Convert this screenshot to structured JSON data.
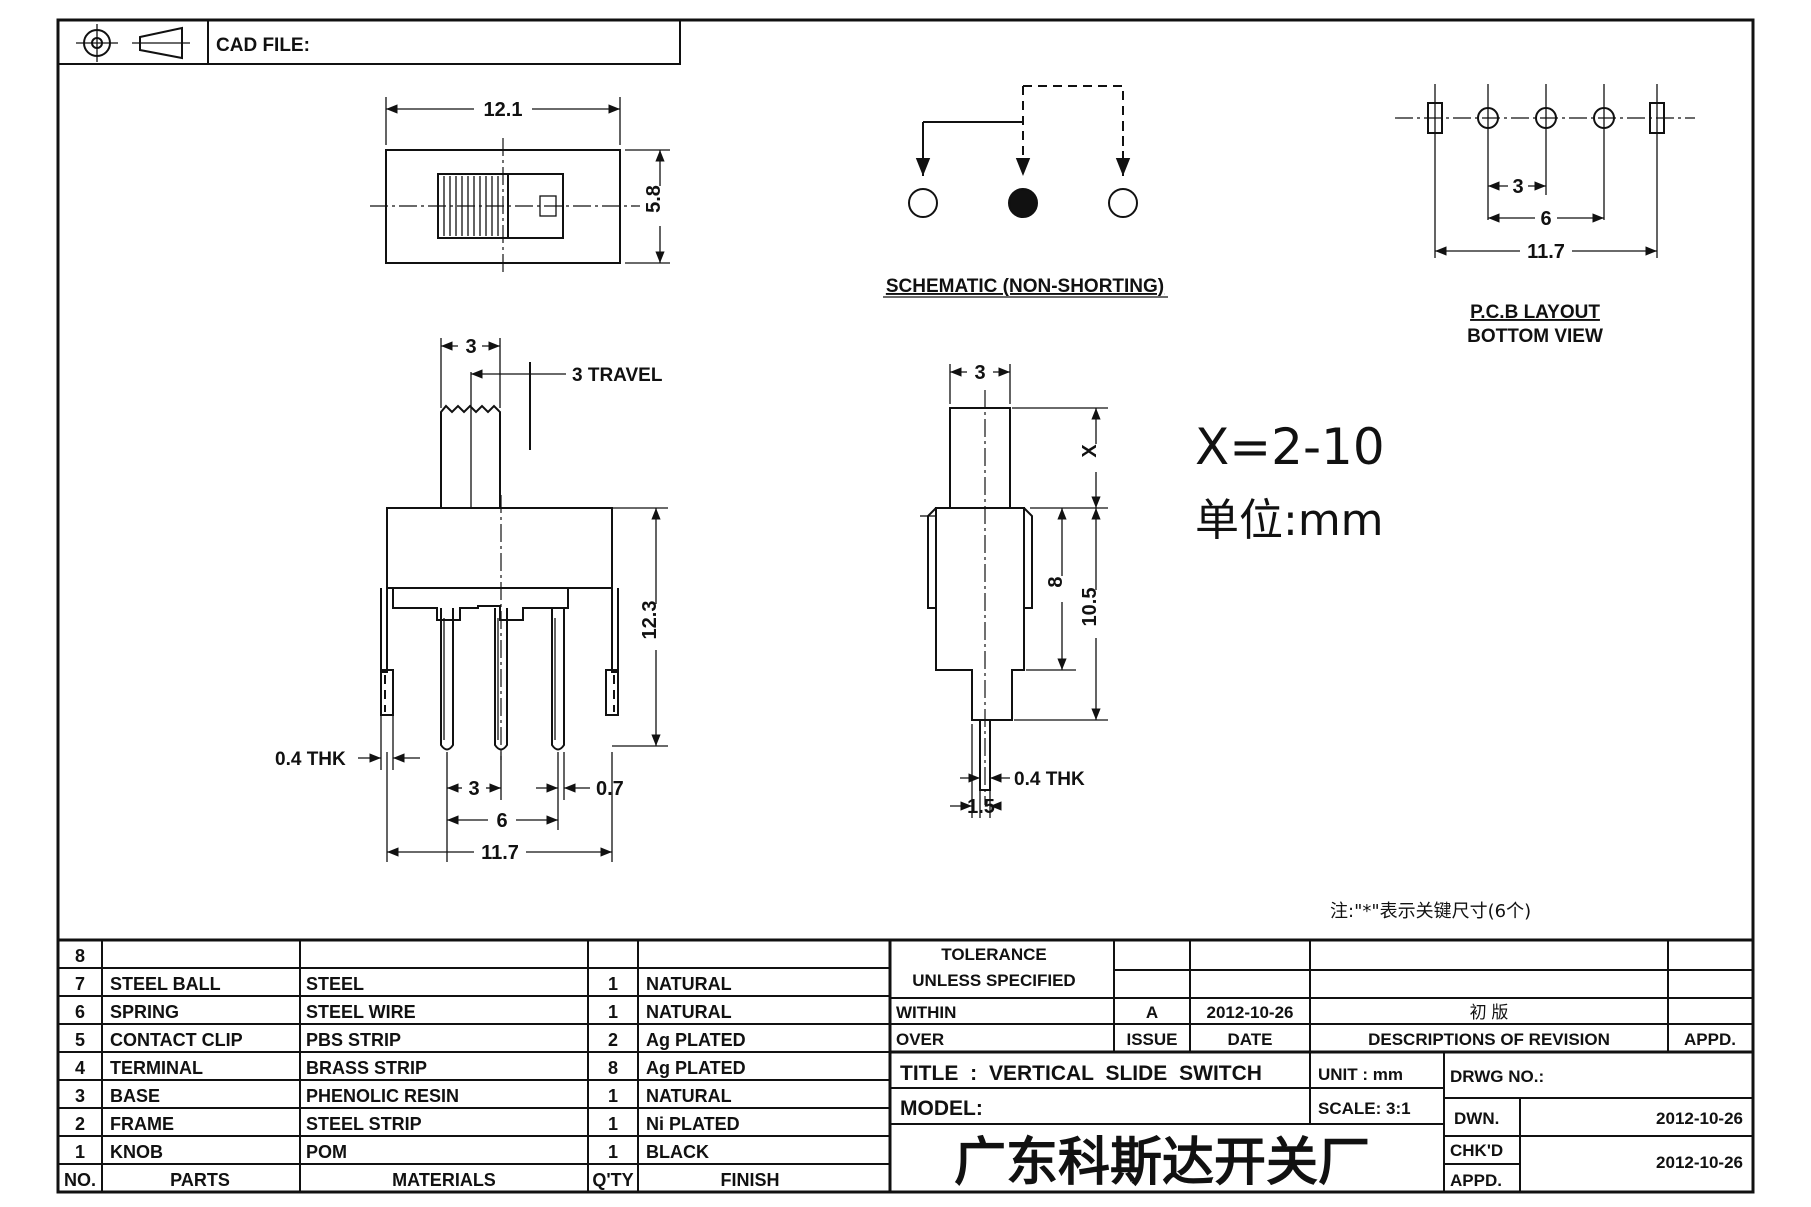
{
  "header": {
    "cad_file_label": "CAD FILE:"
  },
  "top_view": {
    "dim_width": "12.1",
    "dim_height": "5.8"
  },
  "schematic": {
    "title": "SCHEMATIC (NON-SHORTING)"
  },
  "pcb": {
    "dim_pitch": "3",
    "dim_outer_pitch": "6",
    "dim_total": "11.7",
    "title_line1": "P.C.B LAYOUT",
    "title_line2": "BOTTOM VIEW"
  },
  "front_view": {
    "dim_knob": "3",
    "travel_label": "3 TRAVEL",
    "dim_height": "12.3",
    "thk_label": "0.4 THK",
    "dim_pin_pitch": "3",
    "dim_pin_width": "0.7",
    "dim_outer_pitch": "6",
    "dim_total": "11.7"
  },
  "side_view": {
    "dim_knob": "3",
    "dim_x": "X",
    "dim_body": "8",
    "dim_total": "10.5",
    "thk_label": "0.4 THK",
    "dim_pin": "1.5"
  },
  "spec": {
    "knob_range": "X=2-10",
    "unit": "单位:mm"
  },
  "note": "注:\"*\"表示关键尺寸(6个)",
  "bom": {
    "rows": [
      {
        "no": "8",
        "part": "",
        "material": "",
        "qty": "",
        "finish": ""
      },
      {
        "no": "7",
        "part": "STEEL BALL",
        "material": "STEEL",
        "qty": "1",
        "finish": "NATURAL"
      },
      {
        "no": "6",
        "part": "SPRING",
        "material": "STEEL WIRE",
        "qty": "1",
        "finish": "NATURAL"
      },
      {
        "no": "5",
        "part": "CONTACT CLIP",
        "material": "PBS STRIP",
        "qty": "2",
        "finish": "Ag PLATED"
      },
      {
        "no": "4",
        "part": "TERMINAL",
        "material": "BRASS STRIP",
        "qty": "8",
        "finish": "Ag PLATED"
      },
      {
        "no": "3",
        "part": "BASE",
        "material": "PHENOLIC RESIN",
        "qty": "1",
        "finish": "NATURAL"
      },
      {
        "no": "2",
        "part": "FRAME",
        "material": "STEEL STRIP",
        "qty": "1",
        "finish": "Ni PLATED"
      },
      {
        "no": "1",
        "part": "KNOB",
        "material": "POM",
        "qty": "1",
        "finish": "BLACK"
      }
    ],
    "header": {
      "no": "NO.",
      "part": "PARTS",
      "material": "MATERIALS",
      "qty": "Q'TY",
      "finish": "FINISH"
    }
  },
  "title_block": {
    "tolerance": "TOLERANCE",
    "unless_specified": "UNLESS SPECIFIED",
    "within": "WITHIN",
    "over": "OVER",
    "rev_issue": "A",
    "rev_date": "2012-10-26",
    "rev_desc": "初 版",
    "issue_label": "ISSUE",
    "date_label": "DATE",
    "desc_label": "DESCRIPTIONS OF REVISION",
    "appd_label": "APPD.",
    "title_text": "TITLE : VERTICAL SLIDE SWITCH",
    "unit_text": "UNIT : mm",
    "drwg_no": "DRWG NO.:",
    "model_label": "MODEL:",
    "scale_text": "SCALE: 3:1",
    "dwn_label": "DWN.",
    "dwn_date": "2012-10-26",
    "chkd_label": "CHK'D",
    "chkd_date": "2012-10-26",
    "appd2_label": "APPD.",
    "company": "广东科斯达开关厂"
  }
}
